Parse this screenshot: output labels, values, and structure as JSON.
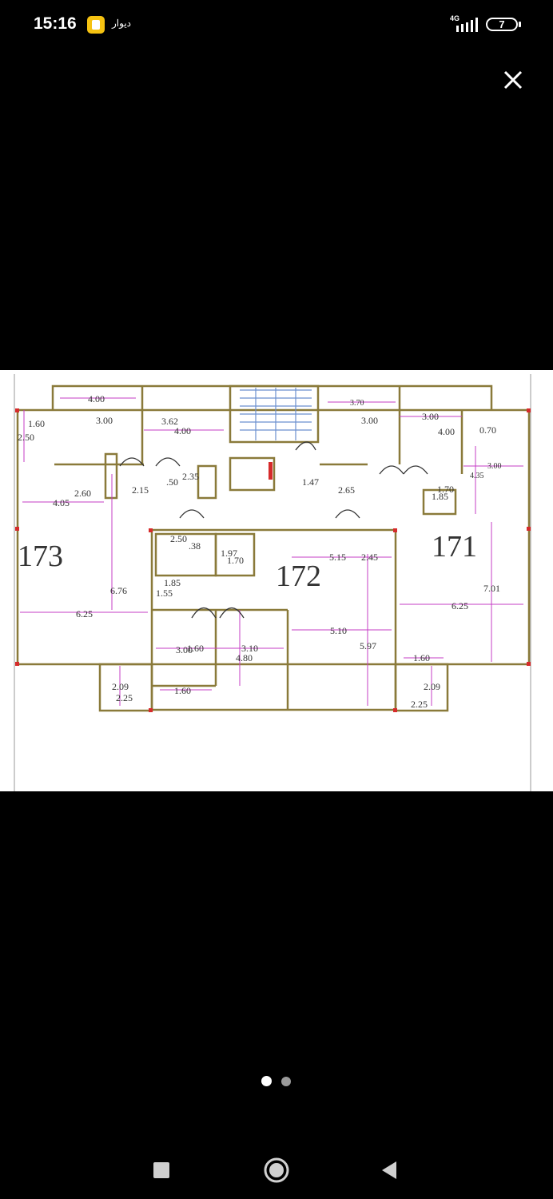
{
  "status_bar": {
    "time": "15:16",
    "app_name": "دیوار",
    "network": "4G",
    "battery_level": "7"
  },
  "viewer": {
    "close_icon": "close-icon",
    "page_count": 2,
    "active_page": 1
  },
  "floor_plan": {
    "units": [
      "173",
      "172",
      "171"
    ],
    "dimensions": [
      "4.00",
      "3.00",
      "1.60",
      "2.50",
      "3.62",
      "4.00",
      "3.70",
      "3.00",
      "3.00",
      "4.00",
      "0.70",
      "2.60",
      "4.05",
      "2.15",
      ".50",
      "2.35",
      "1.47",
      "2.65",
      "1.70",
      "1.85",
      "4.35",
      "3.00",
      "2.50",
      ".38",
      "1.97",
      "1.70",
      "5.15",
      "2.45",
      "1.85",
      "1.55",
      "6.76",
      "6.25",
      "7.01",
      "6.25",
      "5.10",
      "5.97",
      "3.00",
      "1.60",
      "3.10",
      "4.80",
      "1.60",
      "2.09",
      "2.25",
      "1.60",
      "2.09",
      "2.25"
    ]
  },
  "nav_bar": {
    "recents": "square-icon",
    "home": "circle-icon",
    "back": "triangle-back-icon"
  }
}
